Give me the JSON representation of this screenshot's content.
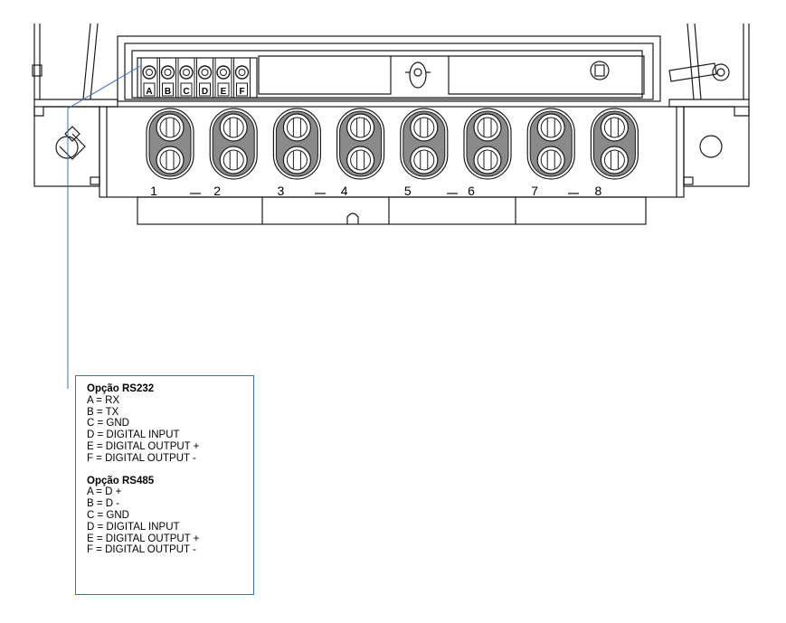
{
  "terminal_letters": [
    "A",
    "B",
    "C",
    "D",
    "E",
    "F"
  ],
  "entry_numbers": [
    "1",
    "2",
    "3",
    "4",
    "5",
    "6",
    "7",
    "8"
  ],
  "legend": {
    "rs232": {
      "title": "Opção RS232",
      "lines": [
        "A = RX",
        "B = TX",
        "C = GND",
        "D = DIGITAL INPUT",
        "E = DIGITAL OUTPUT +",
        "F = DIGITAL OUTPUT -"
      ]
    },
    "rs485": {
      "title": "Opção RS485",
      "lines": [
        "A = D +",
        "B = D -",
        "C = GND",
        "D = DIGITAL INPUT",
        "E = DIGITAL OUTPUT +",
        "F = DIGITAL OUTPUT -"
      ]
    }
  },
  "colors": {
    "line": "#1a1a1a",
    "leader": "#3b6fc4",
    "legend_border": "#3b6fc4"
  }
}
